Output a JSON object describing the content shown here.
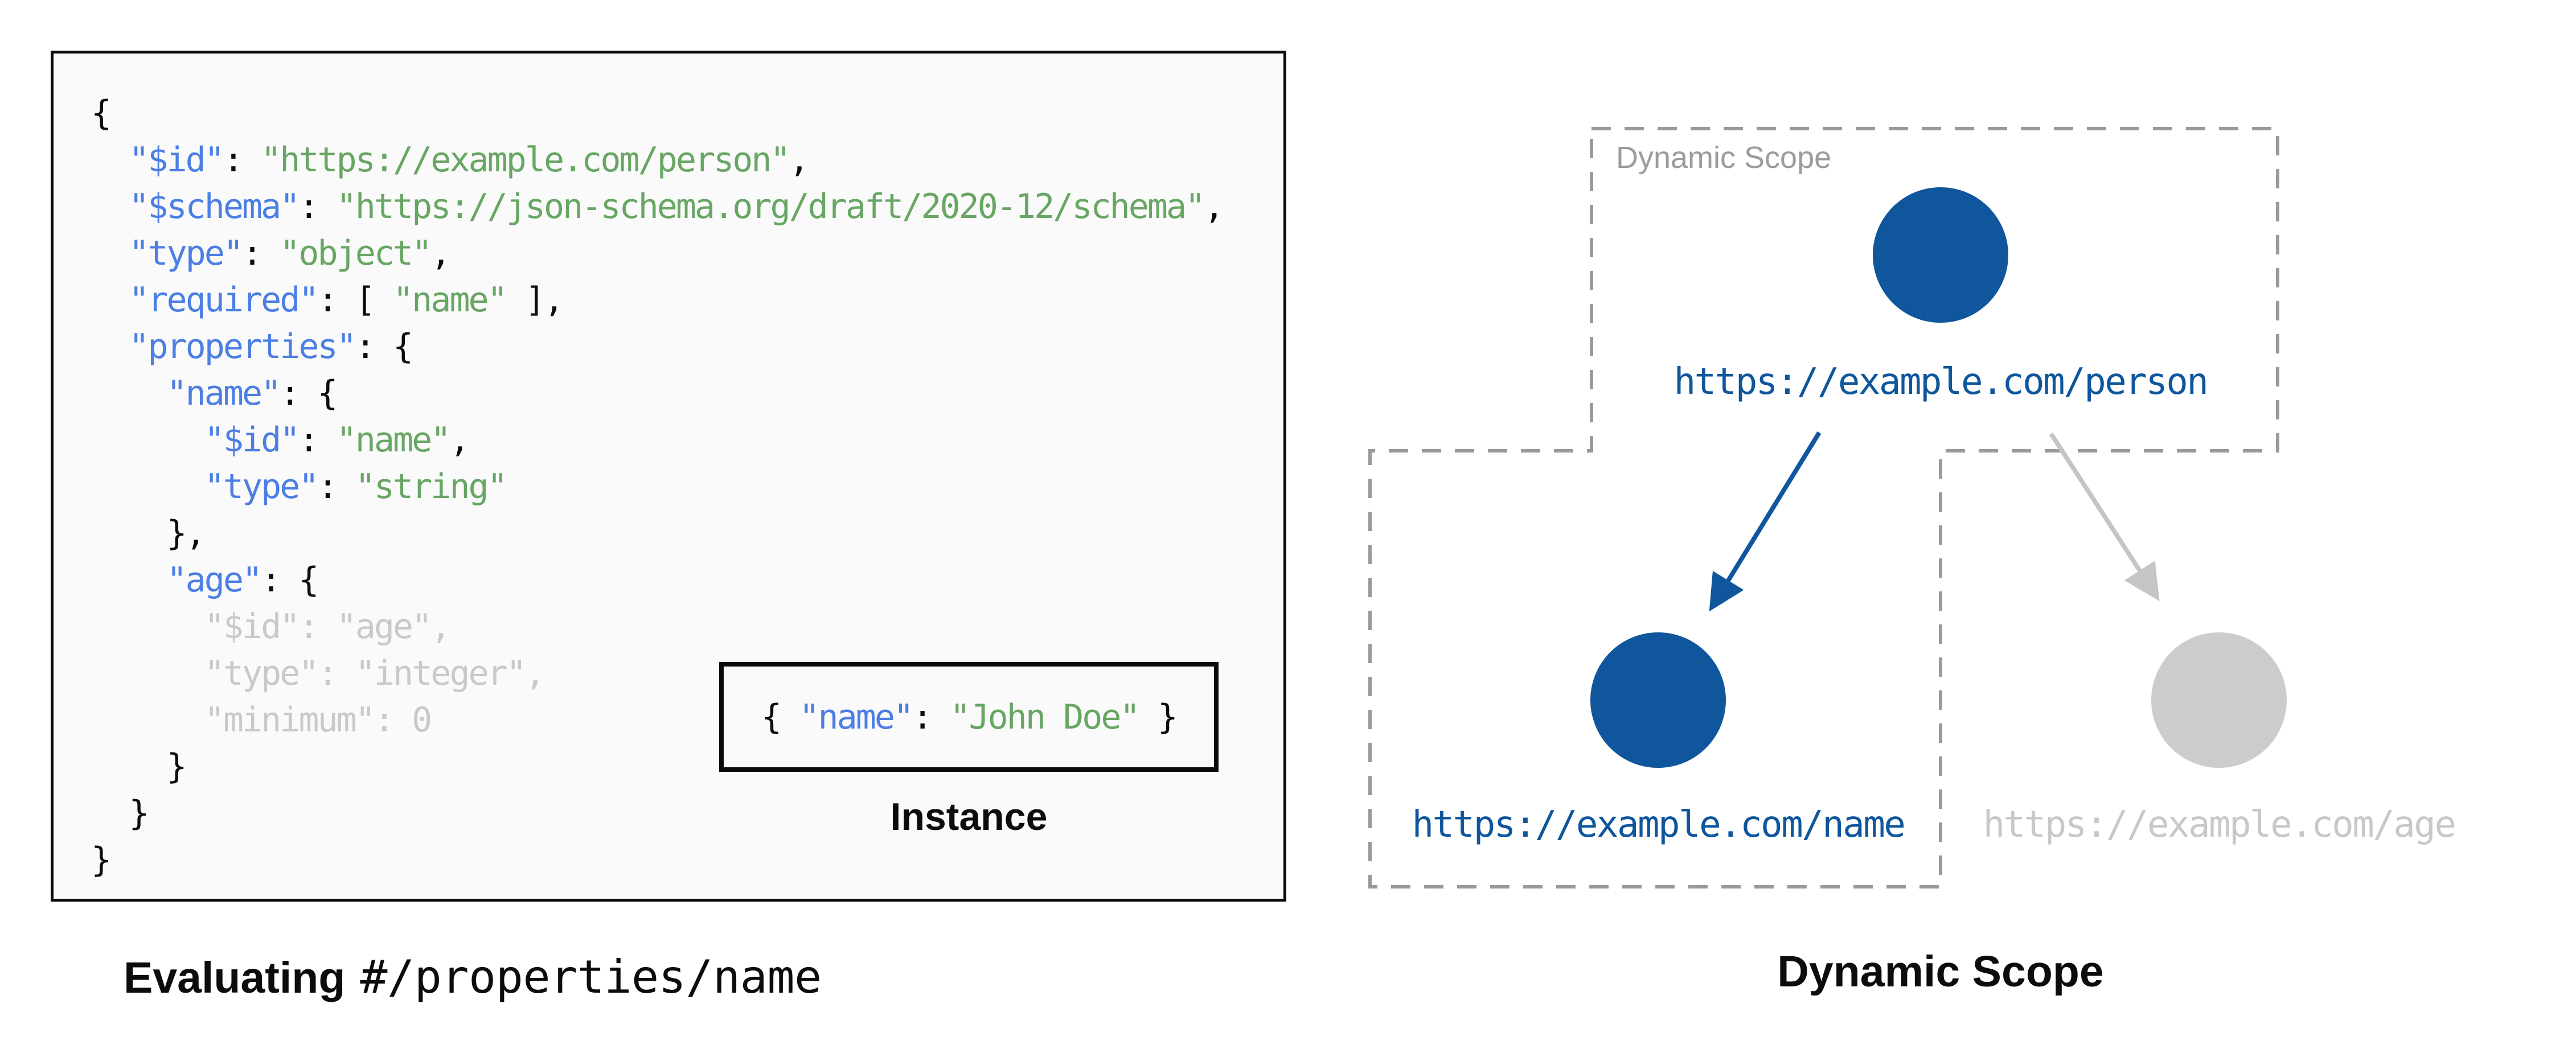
{
  "schema_panel": {
    "code_lines": [
      {
        "faded": false,
        "tokens": [
          [
            "p",
            "{"
          ]
        ]
      },
      {
        "faded": false,
        "tokens": [
          [
            "p",
            "  "
          ],
          [
            "k",
            "\"$id\""
          ],
          [
            "p",
            ": "
          ],
          [
            "s",
            "\"https://example.com/person\""
          ],
          [
            "p",
            ","
          ]
        ]
      },
      {
        "faded": false,
        "tokens": [
          [
            "p",
            "  "
          ],
          [
            "k",
            "\"$schema\""
          ],
          [
            "p",
            ": "
          ],
          [
            "s",
            "\"https://json-schema.org/draft/2020-12/schema\""
          ],
          [
            "p",
            ","
          ]
        ]
      },
      {
        "faded": false,
        "tokens": [
          [
            "p",
            "  "
          ],
          [
            "k",
            "\"type\""
          ],
          [
            "p",
            ": "
          ],
          [
            "s",
            "\"object\""
          ],
          [
            "p",
            ","
          ]
        ]
      },
      {
        "faded": false,
        "tokens": [
          [
            "p",
            "  "
          ],
          [
            "k",
            "\"required\""
          ],
          [
            "p",
            ": [ "
          ],
          [
            "s",
            "\"name\""
          ],
          [
            "p",
            " ],"
          ]
        ]
      },
      {
        "faded": false,
        "tokens": [
          [
            "p",
            "  "
          ],
          [
            "k",
            "\"properties\""
          ],
          [
            "p",
            ": {"
          ]
        ]
      },
      {
        "faded": false,
        "tokens": [
          [
            "p",
            "    "
          ],
          [
            "k",
            "\"name\""
          ],
          [
            "p",
            ": {"
          ]
        ]
      },
      {
        "faded": false,
        "tokens": [
          [
            "p",
            "      "
          ],
          [
            "k",
            "\"$id\""
          ],
          [
            "p",
            ": "
          ],
          [
            "s",
            "\"name\""
          ],
          [
            "p",
            ","
          ]
        ]
      },
      {
        "faded": false,
        "tokens": [
          [
            "p",
            "      "
          ],
          [
            "k",
            "\"type\""
          ],
          [
            "p",
            ": "
          ],
          [
            "s",
            "\"string\""
          ]
        ]
      },
      {
        "faded": false,
        "tokens": [
          [
            "p",
            "    },"
          ]
        ]
      },
      {
        "faded": false,
        "tokens": [
          [
            "p",
            "    "
          ],
          [
            "k",
            "\"age\""
          ],
          [
            "p",
            ": {"
          ]
        ]
      },
      {
        "faded": true,
        "tokens": [
          [
            "p",
            "      "
          ],
          [
            "k",
            "\"$id\""
          ],
          [
            "p",
            ": "
          ],
          [
            "s",
            "\"age\""
          ],
          [
            "p",
            ","
          ]
        ]
      },
      {
        "faded": true,
        "tokens": [
          [
            "p",
            "      "
          ],
          [
            "k",
            "\"type\""
          ],
          [
            "p",
            ": "
          ],
          [
            "s",
            "\"integer\""
          ],
          [
            "p",
            ","
          ]
        ]
      },
      {
        "faded": true,
        "tokens": [
          [
            "p",
            "      "
          ],
          [
            "k",
            "\"minimum\""
          ],
          [
            "p",
            ": "
          ],
          [
            "n",
            "0"
          ]
        ]
      },
      {
        "faded": false,
        "tokens": [
          [
            "p",
            "    }"
          ]
        ]
      },
      {
        "faded": false,
        "tokens": [
          [
            "p",
            "  }"
          ]
        ]
      },
      {
        "faded": false,
        "tokens": [
          [
            "p",
            "}"
          ]
        ]
      }
    ],
    "instance": {
      "tokens": [
        [
          "p",
          "{ "
        ],
        [
          "k",
          "\"name\""
        ],
        [
          "p",
          ": "
        ],
        [
          "s",
          "\"John Doe\""
        ],
        [
          "p",
          " }"
        ]
      ],
      "label": "Instance"
    },
    "caption": {
      "bold": "Evaluating",
      "mono": "#/properties/name"
    }
  },
  "scope_diagram": {
    "region_label": "Dynamic Scope",
    "caption": "Dynamic Scope",
    "nodes": {
      "person": {
        "url": "https://example.com/person",
        "state": "active"
      },
      "name": {
        "url": "https://example.com/name",
        "state": "active"
      },
      "age": {
        "url": "https://example.com/age",
        "state": "inactive"
      }
    }
  },
  "colors": {
    "node_blue": "#0f569d",
    "key_blue": "#4c7ee4",
    "string_green": "#68a664",
    "ink": "#0c0c0c",
    "faded_gray": "#c9c9c9",
    "inactive_node_gray": "#cccccc",
    "inactive_text_gray": "#c8c8c8",
    "outline_gray": "#9a9a9a",
    "scope_label_gray": "#9c9c9c",
    "arrow_gray": "#c5c5c5",
    "panel_bg": "#fafafa"
  }
}
